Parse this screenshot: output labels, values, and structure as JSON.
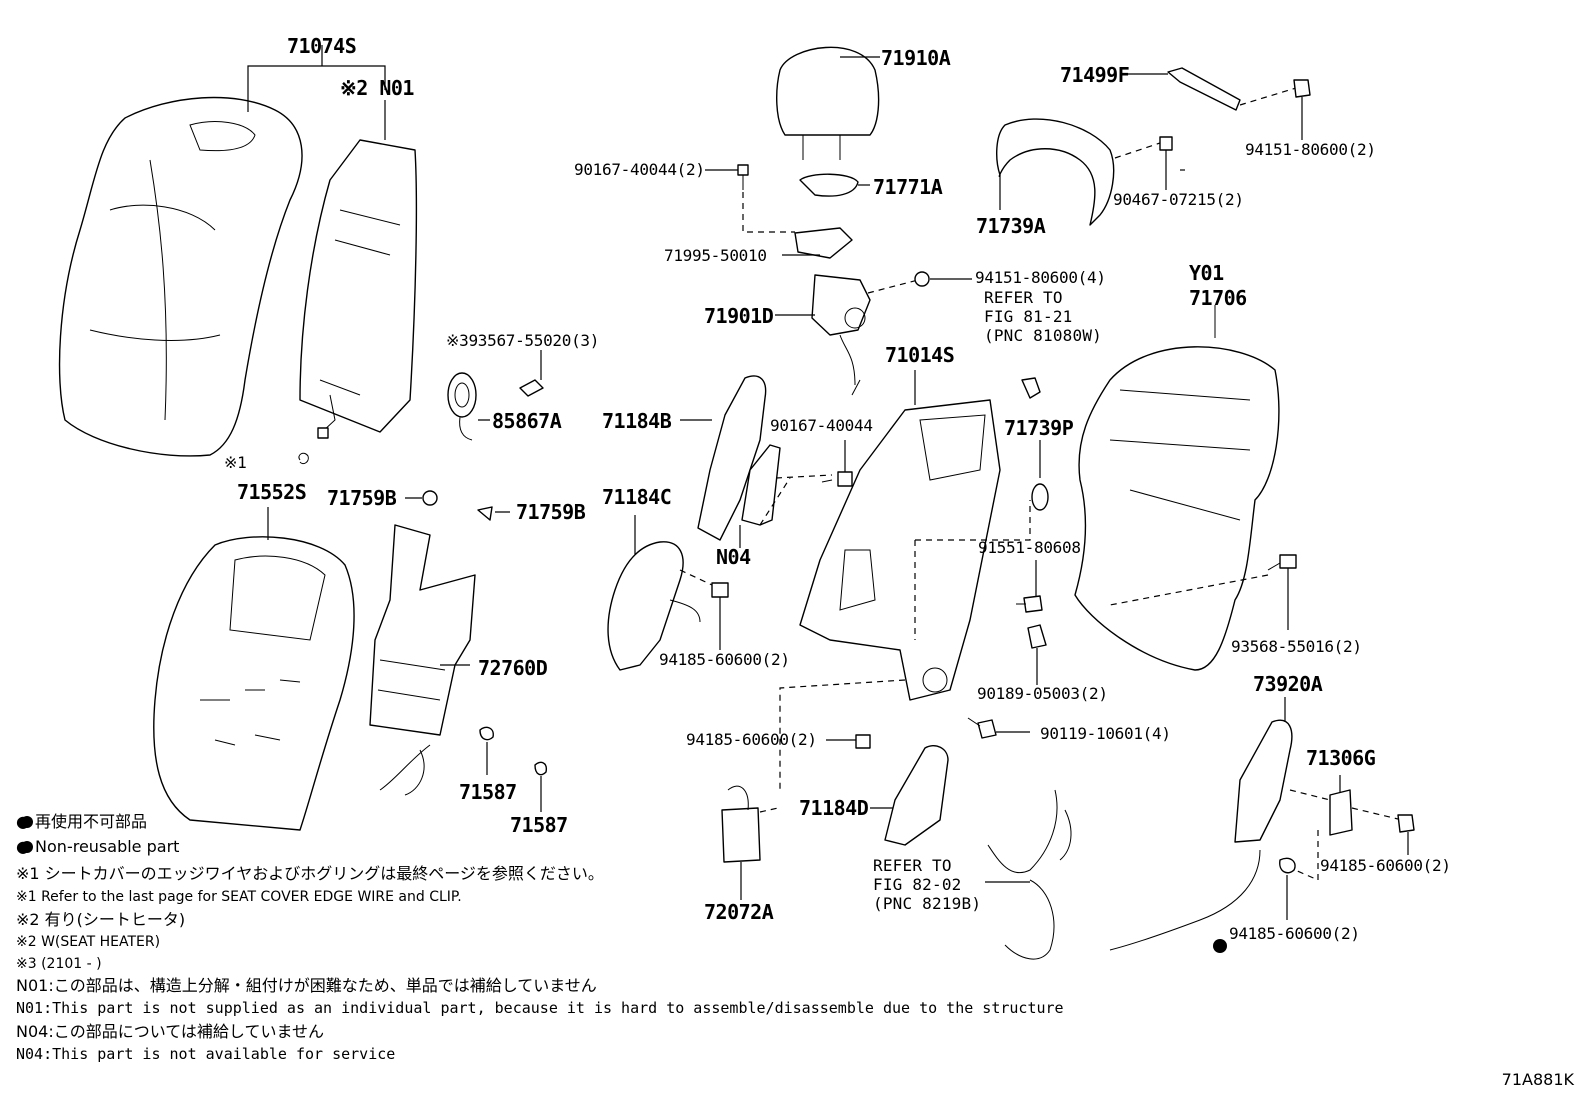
{
  "parts": {
    "p71074S": "71074S",
    "n01_top": "※2 N01",
    "p71910A": "71910A",
    "p71499F": "71499F",
    "p94151_80600_2": "94151-80600(2)",
    "p90167_40044_2": "90167-40044(2)",
    "p71771A": "71771A",
    "p71739A": "71739A",
    "p90467_07215_2": "90467-07215(2)",
    "p71995_50010": "71995-50010",
    "p94151_80600_4": "94151-80600(4)",
    "p71901D": "71901D",
    "pY01": "Y01",
    "p71706": "71706",
    "p93567_55020_3": "※393567-55020(3)",
    "p71014S": "71014S",
    "p85867A": "85867A",
    "p71184B": "71184B",
    "p90167_40044": "90167-40044",
    "p71739P": "71739P",
    "x1_mark": "※1",
    "p71552S": "71552S",
    "p71759B_a": "71759B",
    "p71759B_b": "71759B",
    "p71184C": "71184C",
    "pN04": "N04",
    "p91551_80608": "91551-80608",
    "p93568_55016_2": "93568-55016(2)",
    "p72760D": "72760D",
    "p94185_60600_2_a": "94185-60600(2)",
    "p90189_05003_2": "90189-05003(2)",
    "p73920A": "73920A",
    "p94185_60600_2_b": "94185-60600(2)",
    "p90119_10601_4": "90119-10601(4)",
    "p71306G": "71306G",
    "p71587_a": "71587",
    "p71587_b": "71587",
    "p71184D": "71184D",
    "p94185_60600_2_c": "94185-60600(2)",
    "p94185_60600_2_d": "94185-60600(2)",
    "p72072A": "72072A"
  },
  "refs": {
    "ref_81_21": "REFER TO\nFIG 81-21\n(PNC 81080W)",
    "ref_82_02": "REFER TO\nFIG 82-02\n(PNC 8219B)"
  },
  "legend": {
    "jp_non_reusable": "● 再使用不可部品",
    "en_non_reusable": "● Non-reusable part",
    "x1_jp": "※1 シートカバーのエッジワイヤおよびホグリングは最終ページを参照ください。",
    "x1_en": "※1  Refer to the last page for SEAT COVER EDGE WIRE and CLIP.",
    "x2_jp": "※2 有り(シートヒータ)",
    "x2_en": "※2 W(SEAT HEATER)",
    "x3": "※3 (2101 -     )",
    "n01_jp": "N01:この部品は、構造上分解・組付けが困難なため、単品では補給していません",
    "n01_en": "N01:This part is not supplied as an individual part, because it is hard to assemble/disassemble due to the structure",
    "n04_jp": "N04:この部品については補給していません",
    "n04_en": "N04:This part is not available for service"
  },
  "diagram_code": "71A881K"
}
